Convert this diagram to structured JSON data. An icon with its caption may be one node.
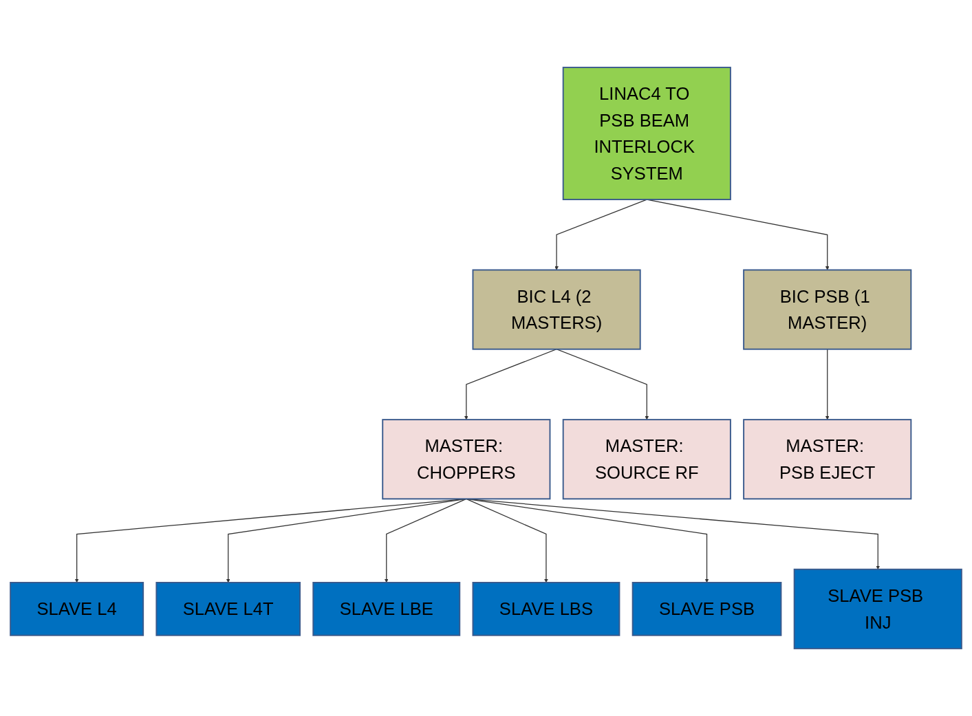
{
  "diagram": {
    "nodes": [
      {
        "text": [
          "LINAC4 TO PSB BEAM INTERLOCK SYSTEM"
        ]
      },
      {
        "text": [
          "BIC L4 (2 MASTERS)"
        ]
      },
      {
        "text": [
          "BIC PSB (1 MASTER)"
        ]
      },
      {
        "text": [
          "MASTER: CHOPPERS"
        ]
      },
      {
        "text": [
          "MASTER: SOURCE RF"
        ]
      },
      {
        "text": [
          "MASTER: PSB EJECT"
        ]
      },
      {
        "text": [
          "SLAVE L4"
        ]
      },
      {
        "text": [
          "SLAVE L4T"
        ]
      },
      {
        "text": [
          "SLAVE LBE"
        ]
      },
      {
        "text": [
          "SLAVE LBS"
        ]
      },
      {
        "text": [
          "SLAVE PSB"
        ]
      },
      {
        "text": [
          "SLAVE PSB INJ"
        ]
      }
    ],
    "edges": [
      {
        "from": 0,
        "to": 1,
        "arrow": "to"
      },
      {
        "from": 0,
        "to": 2,
        "arrow": "to"
      },
      {
        "from": 1,
        "to": 3,
        "arrow": "to"
      },
      {
        "from": 1,
        "to": 4,
        "arrow": "to"
      },
      {
        "from": 2,
        "to": 5,
        "arrow": "to"
      },
      {
        "from": 3,
        "to": 6,
        "arrow": "to"
      },
      {
        "from": 3,
        "to": 7,
        "arrow": "to"
      },
      {
        "from": 3,
        "to": 8,
        "arrow": "to"
      },
      {
        "from": 3,
        "to": 9,
        "arrow": "to"
      },
      {
        "from": 3,
        "to": 10,
        "arrow": "to"
      },
      {
        "from": 3,
        "to": 11,
        "arrow": "to"
      }
    ]
  }
}
